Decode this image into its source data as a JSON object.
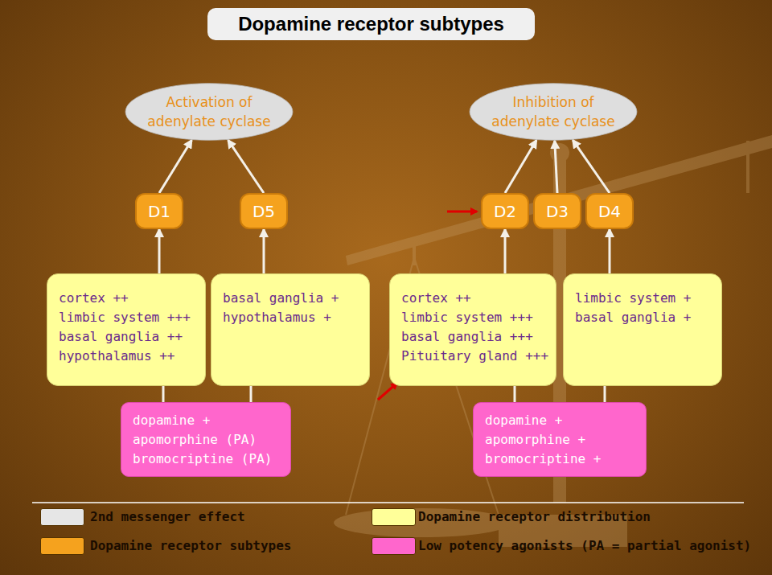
{
  "diagram": {
    "title": "Dopamine receptor subtypes",
    "nodes": [
      {
        "text": [
          "Activation of adenylate cyclase"
        ]
      },
      {
        "text": [
          "Inhibition of adenylate cyclase"
        ]
      },
      {
        "text": [
          "D1"
        ]
      },
      {
        "text": [
          "D5"
        ]
      },
      {
        "text": [
          "D2"
        ]
      },
      {
        "text": [
          "D3"
        ]
      },
      {
        "text": [
          "D4"
        ]
      },
      {
        "text": [
          "cortex ++",
          "limbic system +++",
          "basal ganglia ++",
          "hypothalamus ++"
        ]
      },
      {
        "text": [
          "basal ganglia +",
          "hypothalamus +"
        ]
      },
      {
        "text": [
          "cortex ++",
          "limbic system +++",
          "basal ganglia +++",
          "Pituitary gland +++"
        ]
      },
      {
        "text": [
          "limbic system +",
          "basal ganglia +"
        ]
      },
      {
        "text": [
          "dopamine +",
          "apomorphine (PA)",
          "bromocriptine (PA)"
        ]
      },
      {
        "text": [
          "dopamine +",
          "apomorphine +",
          "bromocriptine +"
        ]
      }
    ],
    "edges": [
      {
        "from": 2,
        "to": 0,
        "arrow": "to"
      },
      {
        "from": 3,
        "to": 0,
        "arrow": "to"
      },
      {
        "from": 4,
        "to": 1,
        "arrow": "to"
      },
      {
        "from": 5,
        "to": 1,
        "arrow": "to"
      },
      {
        "from": 6,
        "to": 1,
        "arrow": "to"
      },
      {
        "from": 7,
        "to": 2,
        "arrow": "to"
      },
      {
        "from": 8,
        "to": 3,
        "arrow": "to"
      },
      {
        "from": 9,
        "to": 4,
        "arrow": "to"
      },
      {
        "from": 10,
        "to": 6,
        "arrow": "to"
      },
      {
        "from": 11,
        "to": 7,
        "arrow": "none"
      },
      {
        "from": 11,
        "to": 8,
        "arrow": "none"
      },
      {
        "from": 12,
        "to": 9,
        "arrow": "none"
      },
      {
        "from": 12,
        "to": 10,
        "arrow": "none"
      }
    ],
    "legend": [
      {
        "text": "2nd messenger effect",
        "color": "#e6e6e6"
      },
      {
        "text": "Dopamine receptor subtypes",
        "color": "#f5a21e"
      },
      {
        "text": "Dopamine receptor distribution",
        "color": "#ffff99"
      },
      {
        "text": "Low potency agonists (PA = partial agonist)",
        "color": "#ff66cc"
      }
    ]
  }
}
